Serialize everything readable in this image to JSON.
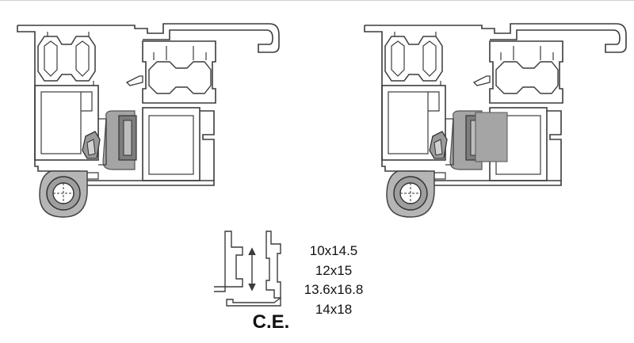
{
  "sizes": [
    "10x14.5",
    "12x15",
    "13.6x16.8",
    "14x18"
  ],
  "label": "C.E.",
  "colors": {
    "stroke": "#3c3c3c",
    "gasket": "#a5a5a5",
    "gasket_dark": "#7d7d7d",
    "hardware": "#bdbdbd",
    "background": "#ffffff"
  }
}
